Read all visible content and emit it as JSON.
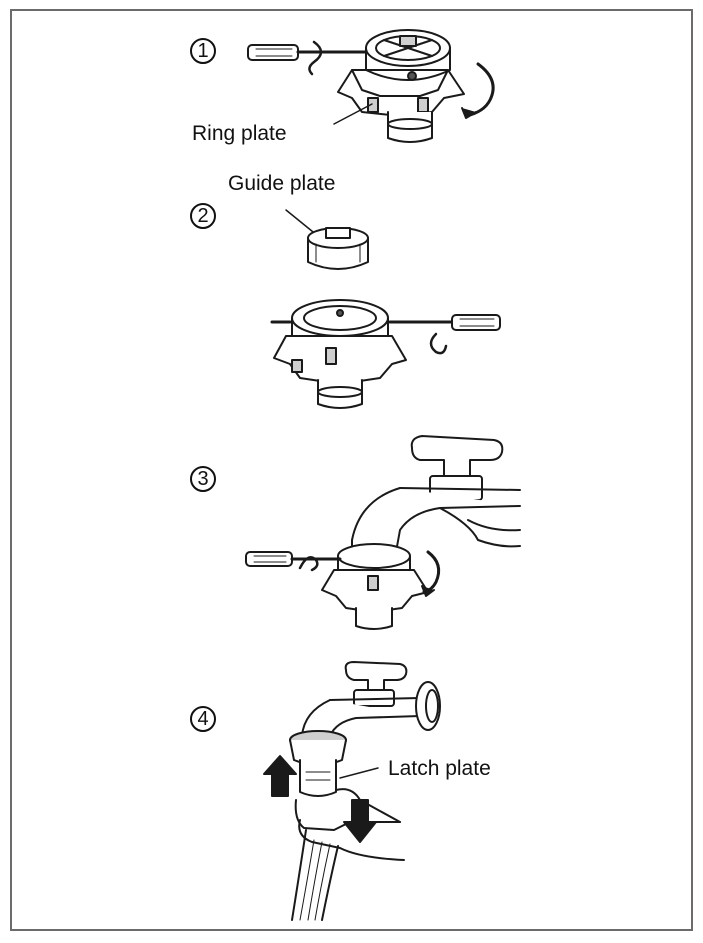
{
  "steps": [
    {
      "number": "1"
    },
    {
      "number": "2"
    },
    {
      "number": "3"
    },
    {
      "number": "4"
    }
  ],
  "labels": {
    "ring_plate": "Ring plate",
    "guide_plate": "Guide plate",
    "latch_plate": "Latch plate"
  },
  "colors": {
    "frame": "#6b6b6b",
    "line": "#1a1a1a",
    "fill_light": "#ffffff",
    "fill_shade": "#cfcfcf"
  }
}
